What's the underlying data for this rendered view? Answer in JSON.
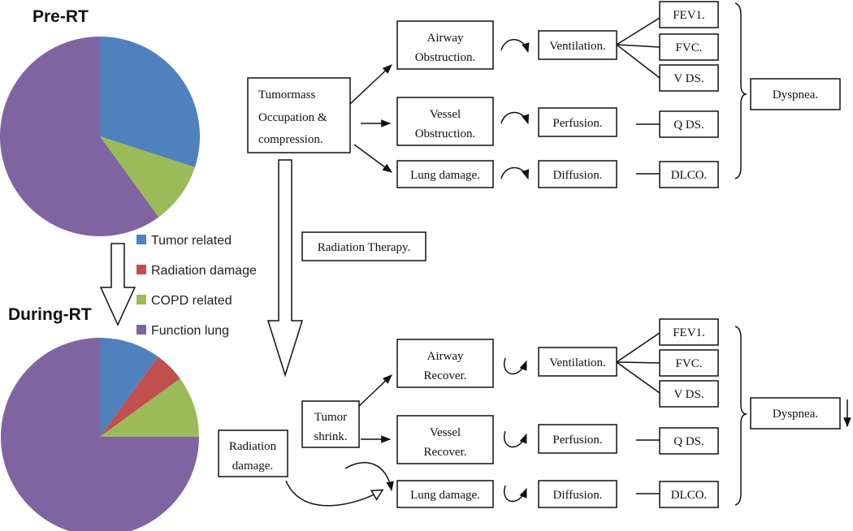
{
  "colors": {
    "tumor": "#4f81bd",
    "radiation": "#c0504d",
    "copd": "#9bbb59",
    "function": "#8064a2"
  },
  "pie_pre": {
    "title": "Pre-RT",
    "slices": [
      {
        "key": "tumor",
        "value": 30
      },
      {
        "key": "copd",
        "value": 10
      },
      {
        "key": "function",
        "value": 60
      }
    ]
  },
  "pie_during": {
    "title": "During-RT",
    "slices": [
      {
        "key": "tumor",
        "value": 10
      },
      {
        "key": "radiation",
        "value": 5
      },
      {
        "key": "copd",
        "value": 10
      },
      {
        "key": "function",
        "value": 75
      }
    ]
  },
  "legend": [
    {
      "key": "tumor",
      "label": "Tumor related"
    },
    {
      "key": "radiation",
      "label": "Radiation damage"
    },
    {
      "key": "copd",
      "label": "COPD related"
    },
    {
      "key": "function",
      "label": "Function lung"
    }
  ],
  "top": {
    "tumor_lines": [
      "Tumormass",
      "Occupation  &",
      "compression."
    ],
    "airway": [
      "Airway",
      "Obstruction."
    ],
    "vessel": [
      "Vessel",
      "Obstruction."
    ],
    "lung": "Lung damage.",
    "ventilation": "Ventilation.",
    "perfusion": "Perfusion.",
    "diffusion": "Diffusion.",
    "fev1": "FEV1.",
    "fvc": "FVC.",
    "vds": "V DS.",
    "qds": "Q DS.",
    "dlco": "DLCO.",
    "dyspnea": "Dyspnea."
  },
  "middle": {
    "radiation_therapy": "Radiation Therapy."
  },
  "bottom": {
    "tumor_lines": [
      "Tumor",
      "shrink."
    ],
    "radiation_lines": [
      "Radiation",
      "damage."
    ],
    "airway": [
      "Airway",
      "Recover."
    ],
    "vessel": [
      "Vessel",
      "Recover."
    ],
    "lung": "Lung damage.",
    "ventilation": "Ventilation.",
    "perfusion": "Perfusion.",
    "diffusion": "Diffusion.",
    "fev1": "FEV1.",
    "fvc": "FVC.",
    "vds": "V DS.",
    "qds": "Q DS.",
    "dlco": "DLCO.",
    "dyspnea": "Dyspnea."
  }
}
